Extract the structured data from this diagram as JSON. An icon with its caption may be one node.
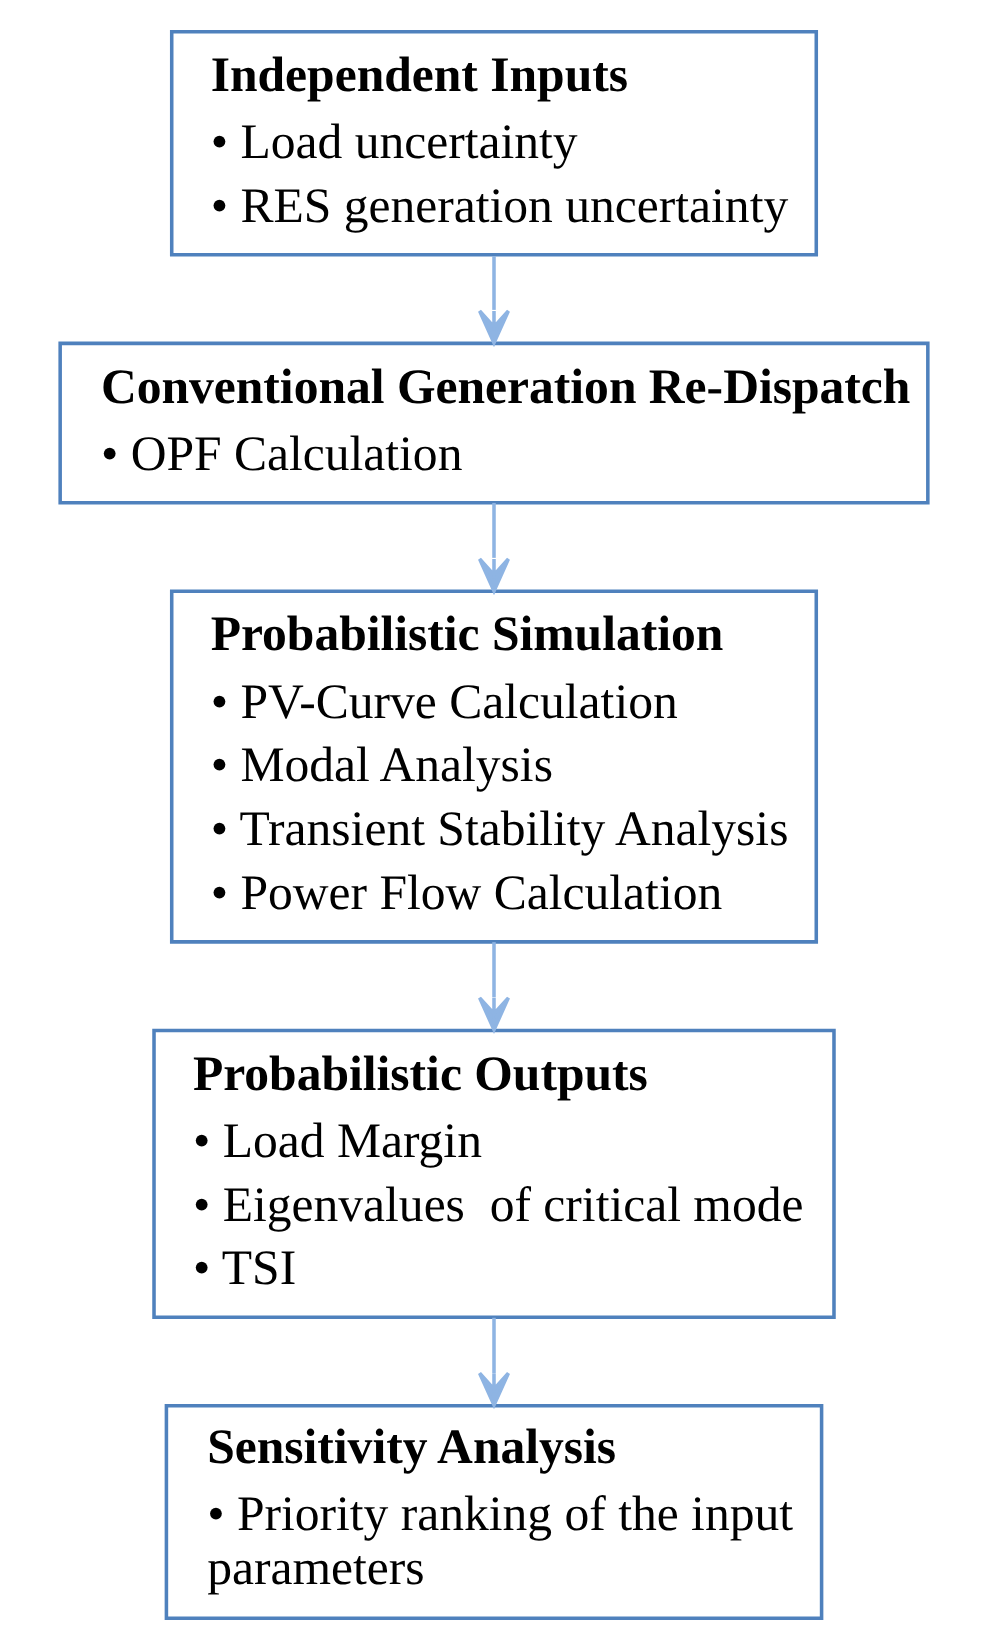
{
  "diagram": {
    "nodes": [
      {
        "text": [
          "Independent Inputs",
          "• Load uncertainty",
          "• RES generation uncertainty"
        ]
      },
      {
        "text": [
          "Conventional Generation Re-Dispatch",
          "• OPF Calculation"
        ]
      },
      {
        "text": [
          "Probabilistic Simulation",
          "• PV-Curve Calculation",
          "• Modal Analysis",
          "• Transient Stability Analysis",
          "• Power Flow Calculation"
        ]
      },
      {
        "text": [
          "Probabilistic Outputs",
          "• Load Margin",
          "• Eigenvalues  of critical mode",
          "• TSI"
        ]
      },
      {
        "text": [
          "Sensitivity Analysis",
          "• Priority ranking of the input parameters"
        ]
      }
    ],
    "edges": [
      {
        "from": 0,
        "to": 1,
        "arrow": "to"
      },
      {
        "from": 1,
        "to": 2,
        "arrow": "to"
      },
      {
        "from": 2,
        "to": 3,
        "arrow": "to"
      },
      {
        "from": 3,
        "to": 4,
        "arrow": "to"
      }
    ]
  }
}
